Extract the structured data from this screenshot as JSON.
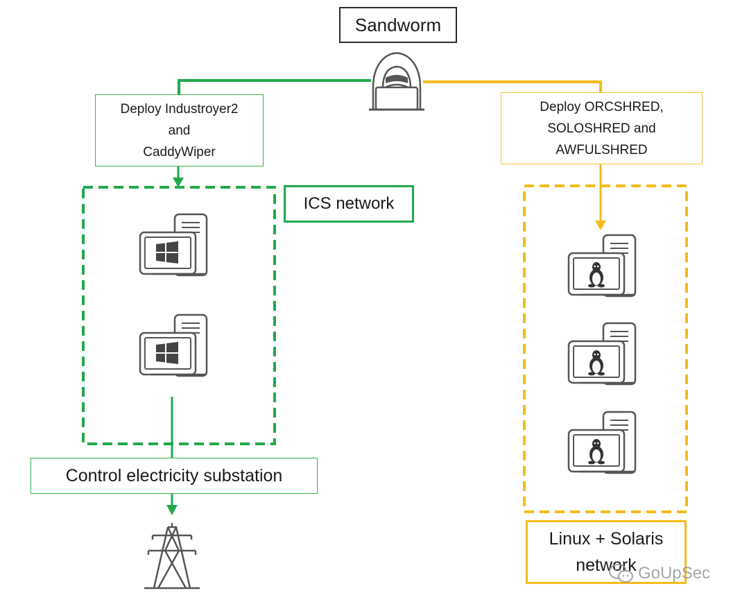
{
  "title": "Sandworm",
  "left_branch": {
    "deploy_text": "Deploy Industroyer2\nand\nCaddyWiper",
    "network_label": "ICS network",
    "target_label": "Control electricity substation",
    "color": "#1fa84b",
    "hosts": [
      {
        "os_icon": "windows-logo-icon"
      },
      {
        "os_icon": "windows-logo-icon"
      }
    ],
    "end_icon": "power-pylon-icon"
  },
  "right_branch": {
    "deploy_text": "Deploy ORCSHRED,\nSOLOSHRED and\nAWFULSHRED",
    "network_label": "Linux + Solaris\nnetwork",
    "color": "#f4bb1a",
    "hosts": [
      {
        "os_icon": "linux-tux-icon"
      },
      {
        "os_icon": "linux-tux-icon"
      },
      {
        "os_icon": "linux-tux-icon"
      }
    ]
  },
  "actor_icon": "hooded-hacker-icon",
  "watermark": "GoUpSec"
}
